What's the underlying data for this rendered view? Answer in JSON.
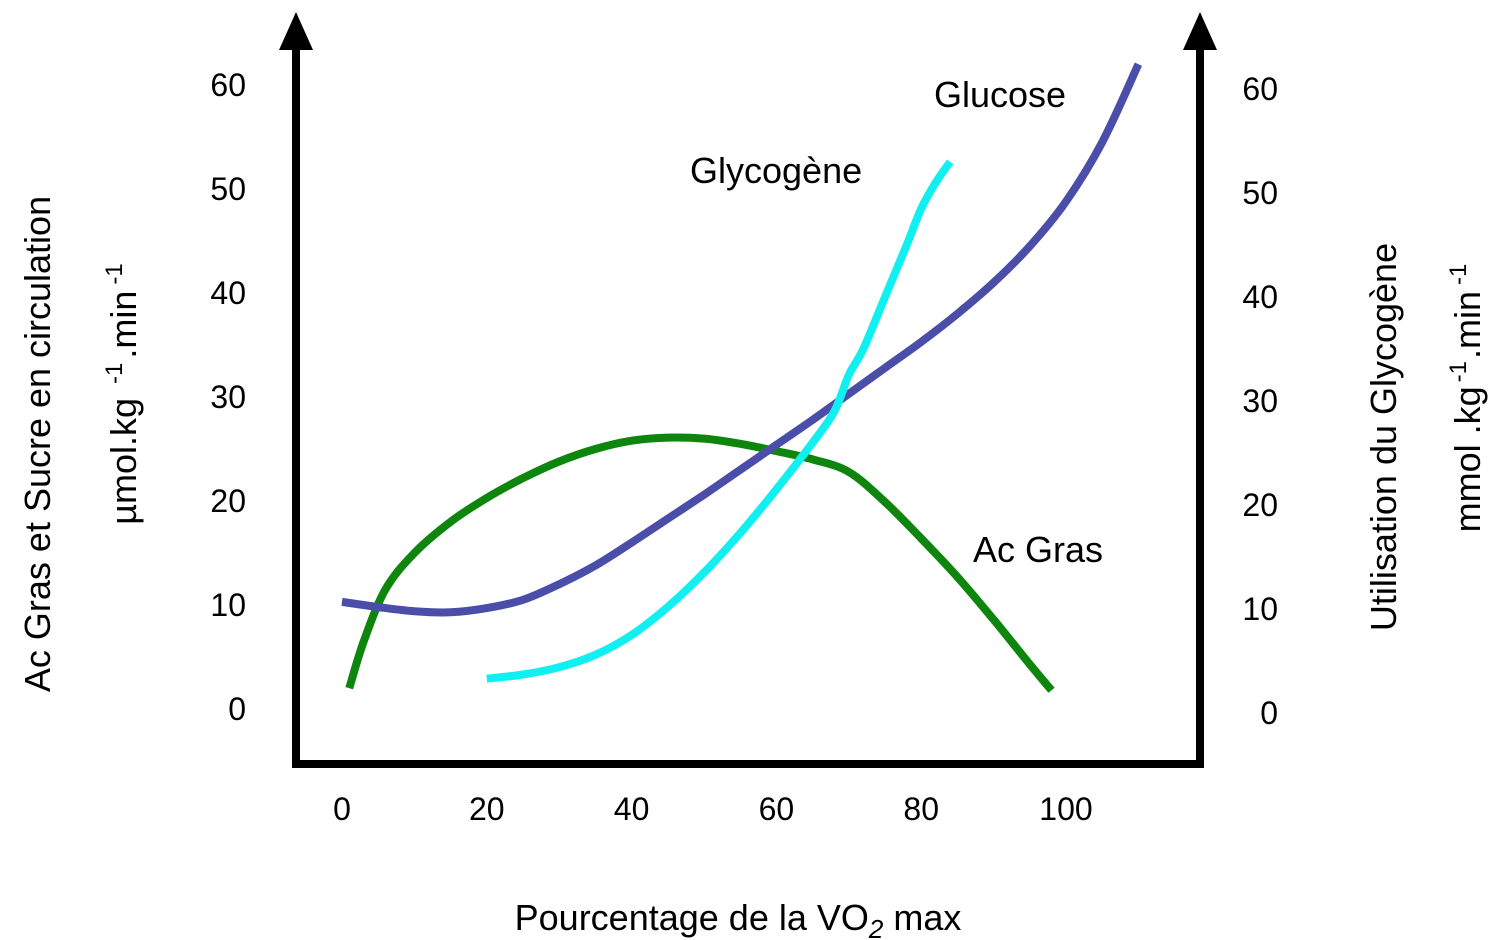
{
  "chart_data": {
    "type": "line",
    "xlabel": {
      "main": "Pourcentage de la VO",
      "sub": "2",
      "tail": " max"
    },
    "y_left_label": {
      "line1": "Ac  Gras et Sucre en circulation",
      "line2_a": "µmol.kg",
      "line2_sup1": "-1",
      "line2_b": ".min",
      "line2_sup2": "-1"
    },
    "y_right_label": {
      "line1": "Utilisation du Glycogène",
      "line2_a": "mmol .kg",
      "line2_sup1": "-1",
      "line2_b": ".min",
      "line2_sup2": "-1"
    },
    "x_ticks": [
      "0",
      "20",
      "40",
      "60",
      "80",
      "100"
    ],
    "y_left_ticks": [
      "0",
      "10",
      "20",
      "30",
      "40",
      "50",
      "60"
    ],
    "y_right_ticks": [
      "0",
      "10",
      "20",
      "30",
      "40",
      "50",
      "60"
    ],
    "xlim": [
      -6,
      118
    ],
    "y_left_lim": [
      -5,
      67
    ],
    "y_right_lim": [
      -5,
      67
    ],
    "grid": false,
    "legend": "none (series labeled directly on chart)",
    "series": [
      {
        "name": "Glucose",
        "axis": "left",
        "color": "#4b4ea8",
        "x": [
          0,
          5,
          10,
          15,
          20,
          25,
          30,
          35,
          40,
          45,
          50,
          55,
          60,
          65,
          70,
          75,
          80,
          85,
          90,
          95,
          100,
          105,
          110
        ],
        "y": [
          10.3,
          9.8,
          9.4,
          9.3,
          9.7,
          10.5,
          12.0,
          13.8,
          16.0,
          18.3,
          20.6,
          23.0,
          25.4,
          27.8,
          30.3,
          32.8,
          35.3,
          38.0,
          41.0,
          44.5,
          48.8,
          54.5,
          62.0
        ]
      },
      {
        "name": "Glycogène",
        "axis": "right",
        "color": "#11f0f0",
        "x": [
          20,
          25,
          30,
          35,
          40,
          45,
          50,
          55,
          60,
          65,
          68,
          70,
          72,
          75,
          78,
          80,
          82,
          84
        ],
        "y": [
          3.3,
          3.7,
          4.4,
          5.6,
          7.5,
          10.2,
          13.5,
          17.3,
          21.5,
          26.0,
          29.0,
          32.5,
          35.0,
          40.0,
          45.0,
          48.5,
          51.0,
          53.0
        ]
      },
      {
        "name": "Ac Gras",
        "axis": "left",
        "color": "#0e860e",
        "x": [
          1,
          3,
          6,
          10,
          15,
          20,
          25,
          30,
          35,
          40,
          45,
          50,
          55,
          60,
          65,
          70,
          75,
          80,
          85,
          90,
          95,
          98
        ],
        "y": [
          2.0,
          6.5,
          11.5,
          15.0,
          18.0,
          20.3,
          22.2,
          23.8,
          25.0,
          25.8,
          26.1,
          26.0,
          25.5,
          24.8,
          24.0,
          22.8,
          19.9,
          16.4,
          12.7,
          8.6,
          4.3,
          1.8
        ]
      }
    ],
    "series_label_text": {
      "glucose": "Glucose",
      "glycogene": "Glycogène",
      "acgras": "Ac Gras"
    }
  }
}
